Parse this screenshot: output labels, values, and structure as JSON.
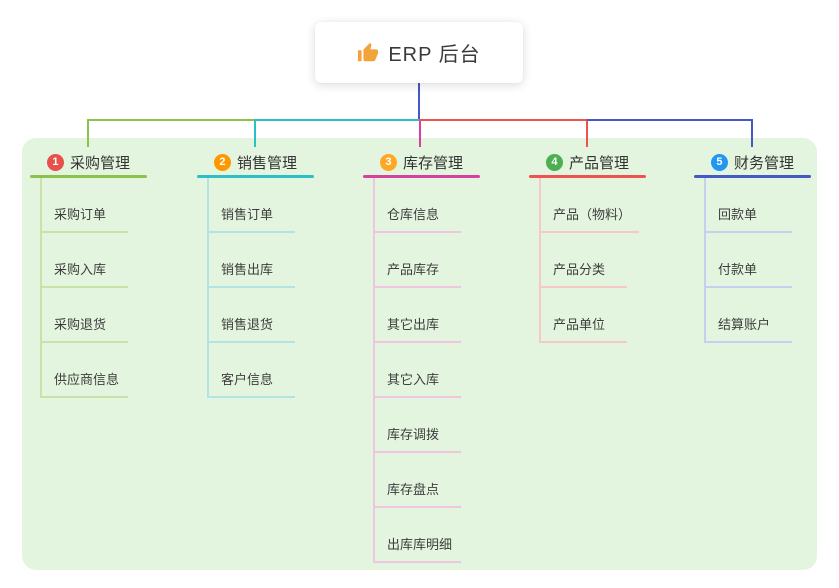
{
  "root": {
    "title": "ERP 后台",
    "icon": "thumbs-up-icon"
  },
  "theme": {
    "canvas_background": "#ffffff",
    "panel_background": "#e4f5df",
    "root_stem_color": "#4458c6"
  },
  "branches": [
    {
      "num": "1",
      "label": "采购管理",
      "color": "#8bc34a",
      "badge_color": "#e8504b",
      "tint": "#c9e2a8",
      "items": [
        "采购订单",
        "采购入库",
        "采购退货",
        "供应商信息"
      ]
    },
    {
      "num": "2",
      "label": "销售管理",
      "color": "#2ac0c5",
      "badge_color": "#ff9800",
      "tint": "#b3e4e4",
      "items": [
        "销售订单",
        "销售出库",
        "销售退货",
        "客户信息"
      ]
    },
    {
      "num": "3",
      "label": "库存管理",
      "color": "#d6409e",
      "badge_color": "#ffa726",
      "tint": "#efc5df",
      "items": [
        "仓库信息",
        "产品库存",
        "其它出库",
        "其它入库",
        "库存调拨",
        "库存盘点",
        "出库库明细"
      ]
    },
    {
      "num": "4",
      "label": "产品管理",
      "color": "#ef5350",
      "badge_color": "#4caf50",
      "tint": "#f6c8c6",
      "items": [
        "产品（物料）",
        "产品分类",
        "产品单位"
      ]
    },
    {
      "num": "5",
      "label": "财务管理",
      "color": "#4458c6",
      "badge_color": "#2196f3",
      "tint": "#c6cfef",
      "items": [
        "回款单",
        "付款单",
        "结算账户"
      ]
    }
  ]
}
